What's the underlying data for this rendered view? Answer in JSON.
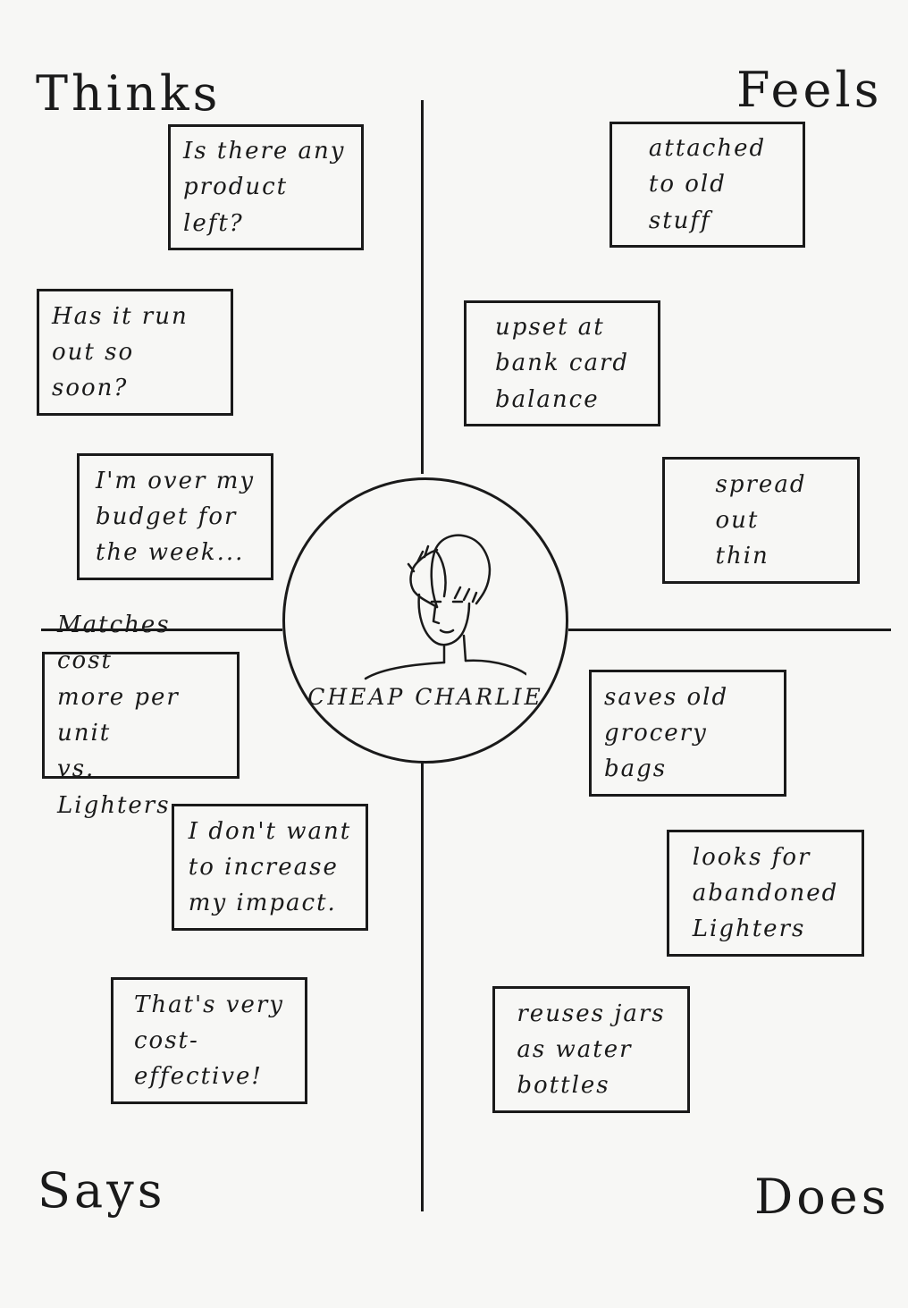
{
  "quadrants": {
    "thinks": "Thinks",
    "feels": "Feels",
    "says": "Says",
    "does": "Does"
  },
  "persona": {
    "name": "CHEAP CHARLIE"
  },
  "notes": {
    "thinks": [
      "Is there any\nproduct left?",
      "Has it run\nout so soon?",
      "I'm over my\nbudget for\nthe week..."
    ],
    "feels": [
      "attached\nto old\nstuff",
      "upset at\nbank card\nbalance",
      "spread\nout\nthin"
    ],
    "says": [
      "Matches cost\nmore per unit\nvs. Lighters.",
      "I don't want\nto increase\nmy impact.",
      "That's very\ncost-\neffective!"
    ],
    "does": [
      "saves old\ngrocery bags",
      "looks for\nabandoned\nLighters",
      "reuses jars\nas water\nbottles"
    ]
  },
  "colors": {
    "background": "#f7f7f5",
    "ink": "#1a1a1a"
  }
}
